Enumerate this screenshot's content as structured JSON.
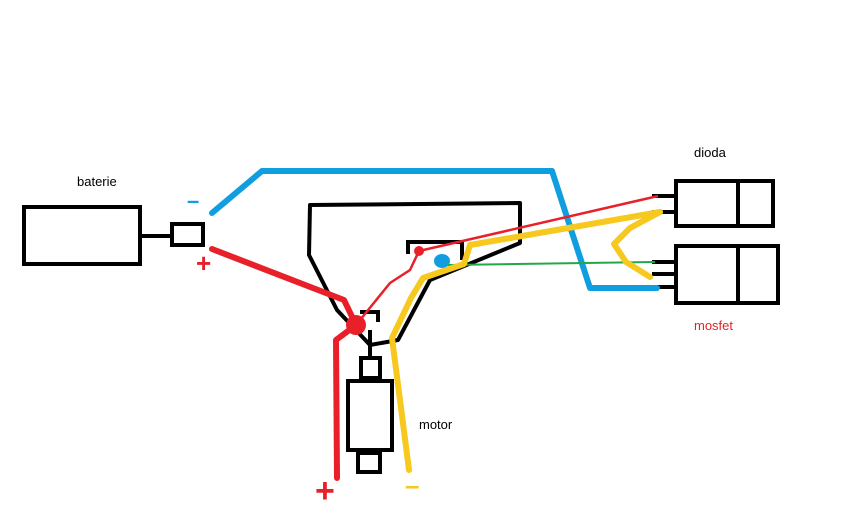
{
  "labels": {
    "battery": "baterie",
    "diode": "dioda",
    "mosfet": "mosfet",
    "motor": "motor"
  },
  "symbols": {
    "battery_minus": "–",
    "battery_plus": "+",
    "motor_plus": "+",
    "motor_minus": "–"
  },
  "colors": {
    "outline": "#000000",
    "negative_wire": "#0f9fe0",
    "positive_wire": "#e8202a",
    "motor_minus_wire": "#f7c81e",
    "gate_wire": "#22a84a",
    "mosfet_label": "#e8202a"
  }
}
